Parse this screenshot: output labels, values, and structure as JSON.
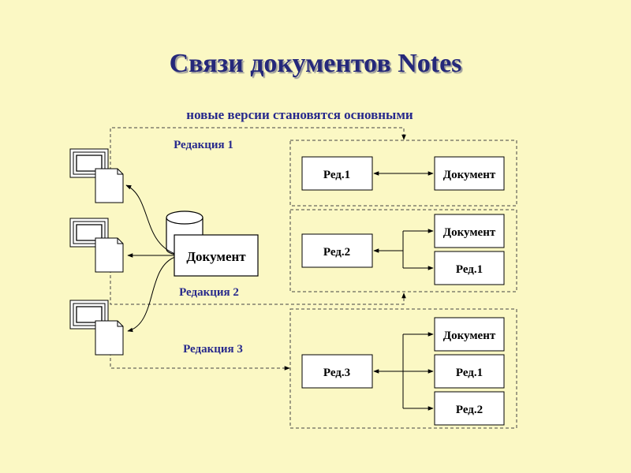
{
  "title": "Связи документов Notes",
  "labels": {
    "new_versions": "новые версии становятся основными",
    "edition1": "Редакция 1",
    "edition2": "Редакция 2",
    "edition3": "Редакция 3"
  },
  "center_document": "Документ",
  "groups": [
    {
      "main": "Ред.1",
      "targets": [
        "Документ"
      ]
    },
    {
      "main": "Ред.2",
      "targets": [
        "Документ",
        "Ред.1"
      ]
    },
    {
      "main": "Ред.3",
      "targets": [
        "Документ",
        "Ред.1",
        "Ред.2"
      ]
    }
  ],
  "colors": {
    "background": "#fbf8c4",
    "title": "#25287a",
    "label": "#27298c"
  }
}
